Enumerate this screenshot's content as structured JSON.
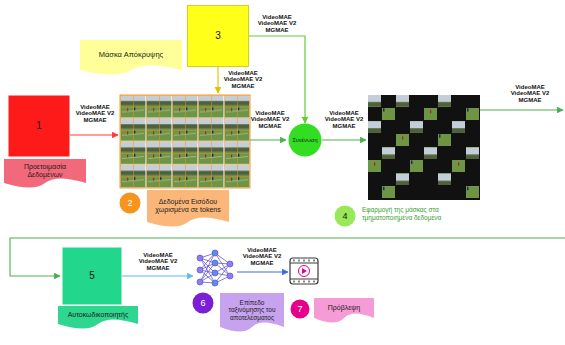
{
  "diagram": {
    "nodes": [
      {
        "text": [
          "1"
        ]
      },
      {
        "text": [
          "Προετοιμασία Δεδομένων"
        ]
      },
      {
        "text": [
          "Μάσκα Απόκρυψης"
        ]
      },
      {
        "text": [
          "3"
        ]
      },
      {
        "text": [
          "2"
        ]
      },
      {
        "text": [
          "Δεδομένα Εισόδου χωρισμένα σε tokens"
        ]
      },
      {
        "text": [
          "Συνένωση"
        ]
      },
      {
        "text": [
          "4"
        ]
      },
      {
        "text": [
          "5"
        ]
      },
      {
        "text": [
          "Αυτοκωδικοποιητής"
        ]
      },
      {
        "text": [
          "6"
        ]
      },
      {
        "text": [
          "Επίπεδο ταξινόμησης του αποτελέσματος"
        ]
      },
      {
        "text": [
          "7"
        ]
      },
      {
        "text": [
          "Πρόβλεψη"
        ]
      }
    ],
    "edges": [
      {
        "from": 3,
        "to": 6,
        "label": "VideoMAE VideoMAE V2 MGMAE",
        "arrow": "to"
      }
    ],
    "labels": [
      "VideoMAE VideoMAE V2 MGMAE",
      "VideoMAE VideoMAE V2 MGMAE",
      "VideoMAE VideoMAE V2 MGMAE",
      "VideoMAE VideoMAE V2 MGMAE",
      "VideoMAE VideoMAE V2 MGMAE",
      "Εφαρμογή της μάσκας στα τμηματοποιημένα δεδομένα",
      "VideoMAE VideoMAE V2 MGMAE",
      "VideoMAE VideoMAE V2 MGMAE"
    ]
  }
}
